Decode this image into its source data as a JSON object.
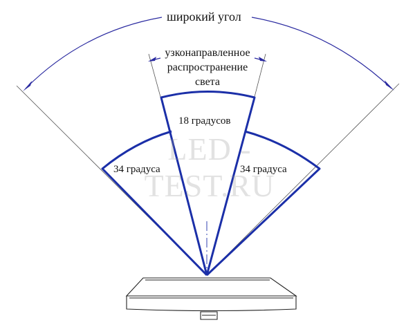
{
  "labels": {
    "wide_angle": "широкий угол",
    "narrow_spread": [
      "узконаправленное",
      "распространение",
      "света"
    ],
    "center_angle": "18 градусов",
    "left_angle": "34 градуса",
    "right_angle": "34 градуса"
  },
  "watermark": "LED - TEST.RU",
  "colors": {
    "beam": "#1b2fa8",
    "dimension": "#2a2aa0",
    "outline": "#222222",
    "text": "#111111"
  }
}
